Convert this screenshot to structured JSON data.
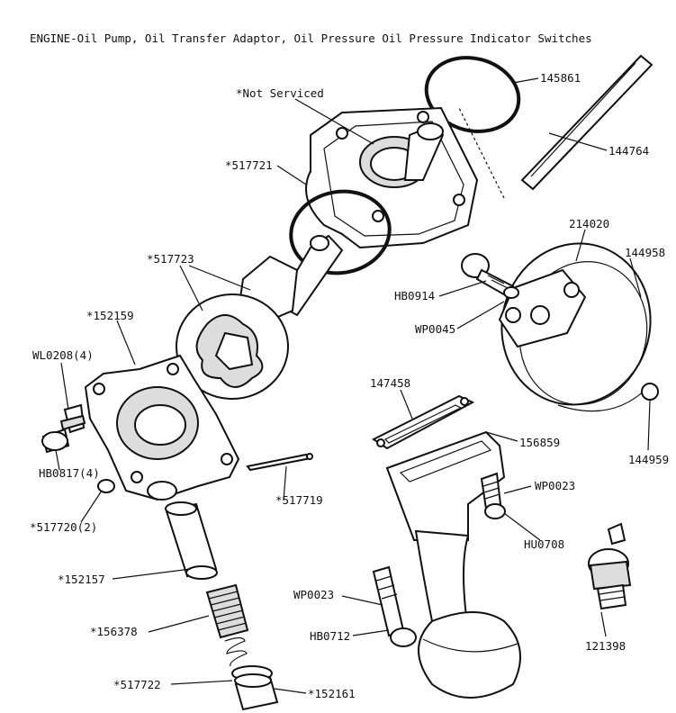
{
  "title": "ENGINE-Oil Pump, Oil Transfer Adaptor, Oil Pressure Oil Pressure Indicator Switches",
  "labels": {
    "not_serviced": "*Not Serviced",
    "p145861": "145861",
    "p144764": "144764",
    "p517721": "*517721",
    "p214020": "214020",
    "p144958": "144958",
    "p517723": "*517723",
    "hb0914": "HB0914",
    "wp0045": "WP0045",
    "p152159": "*152159",
    "wl0208": "WL0208(4)",
    "p147458": "147458",
    "p156859": "156859",
    "p144959": "144959",
    "hb0817": "HB0817(4)",
    "p517719": "*517719",
    "wp0023_a": "WP0023",
    "p517720": "*517720(2)",
    "hu0708": "HU0708",
    "p152157": "*152157",
    "wp0023_b": "WP0023",
    "p156378": "*156378",
    "hb0712": "HB0712",
    "p121398": "121398",
    "p517722": "*517722",
    "p152161": "*152161"
  }
}
